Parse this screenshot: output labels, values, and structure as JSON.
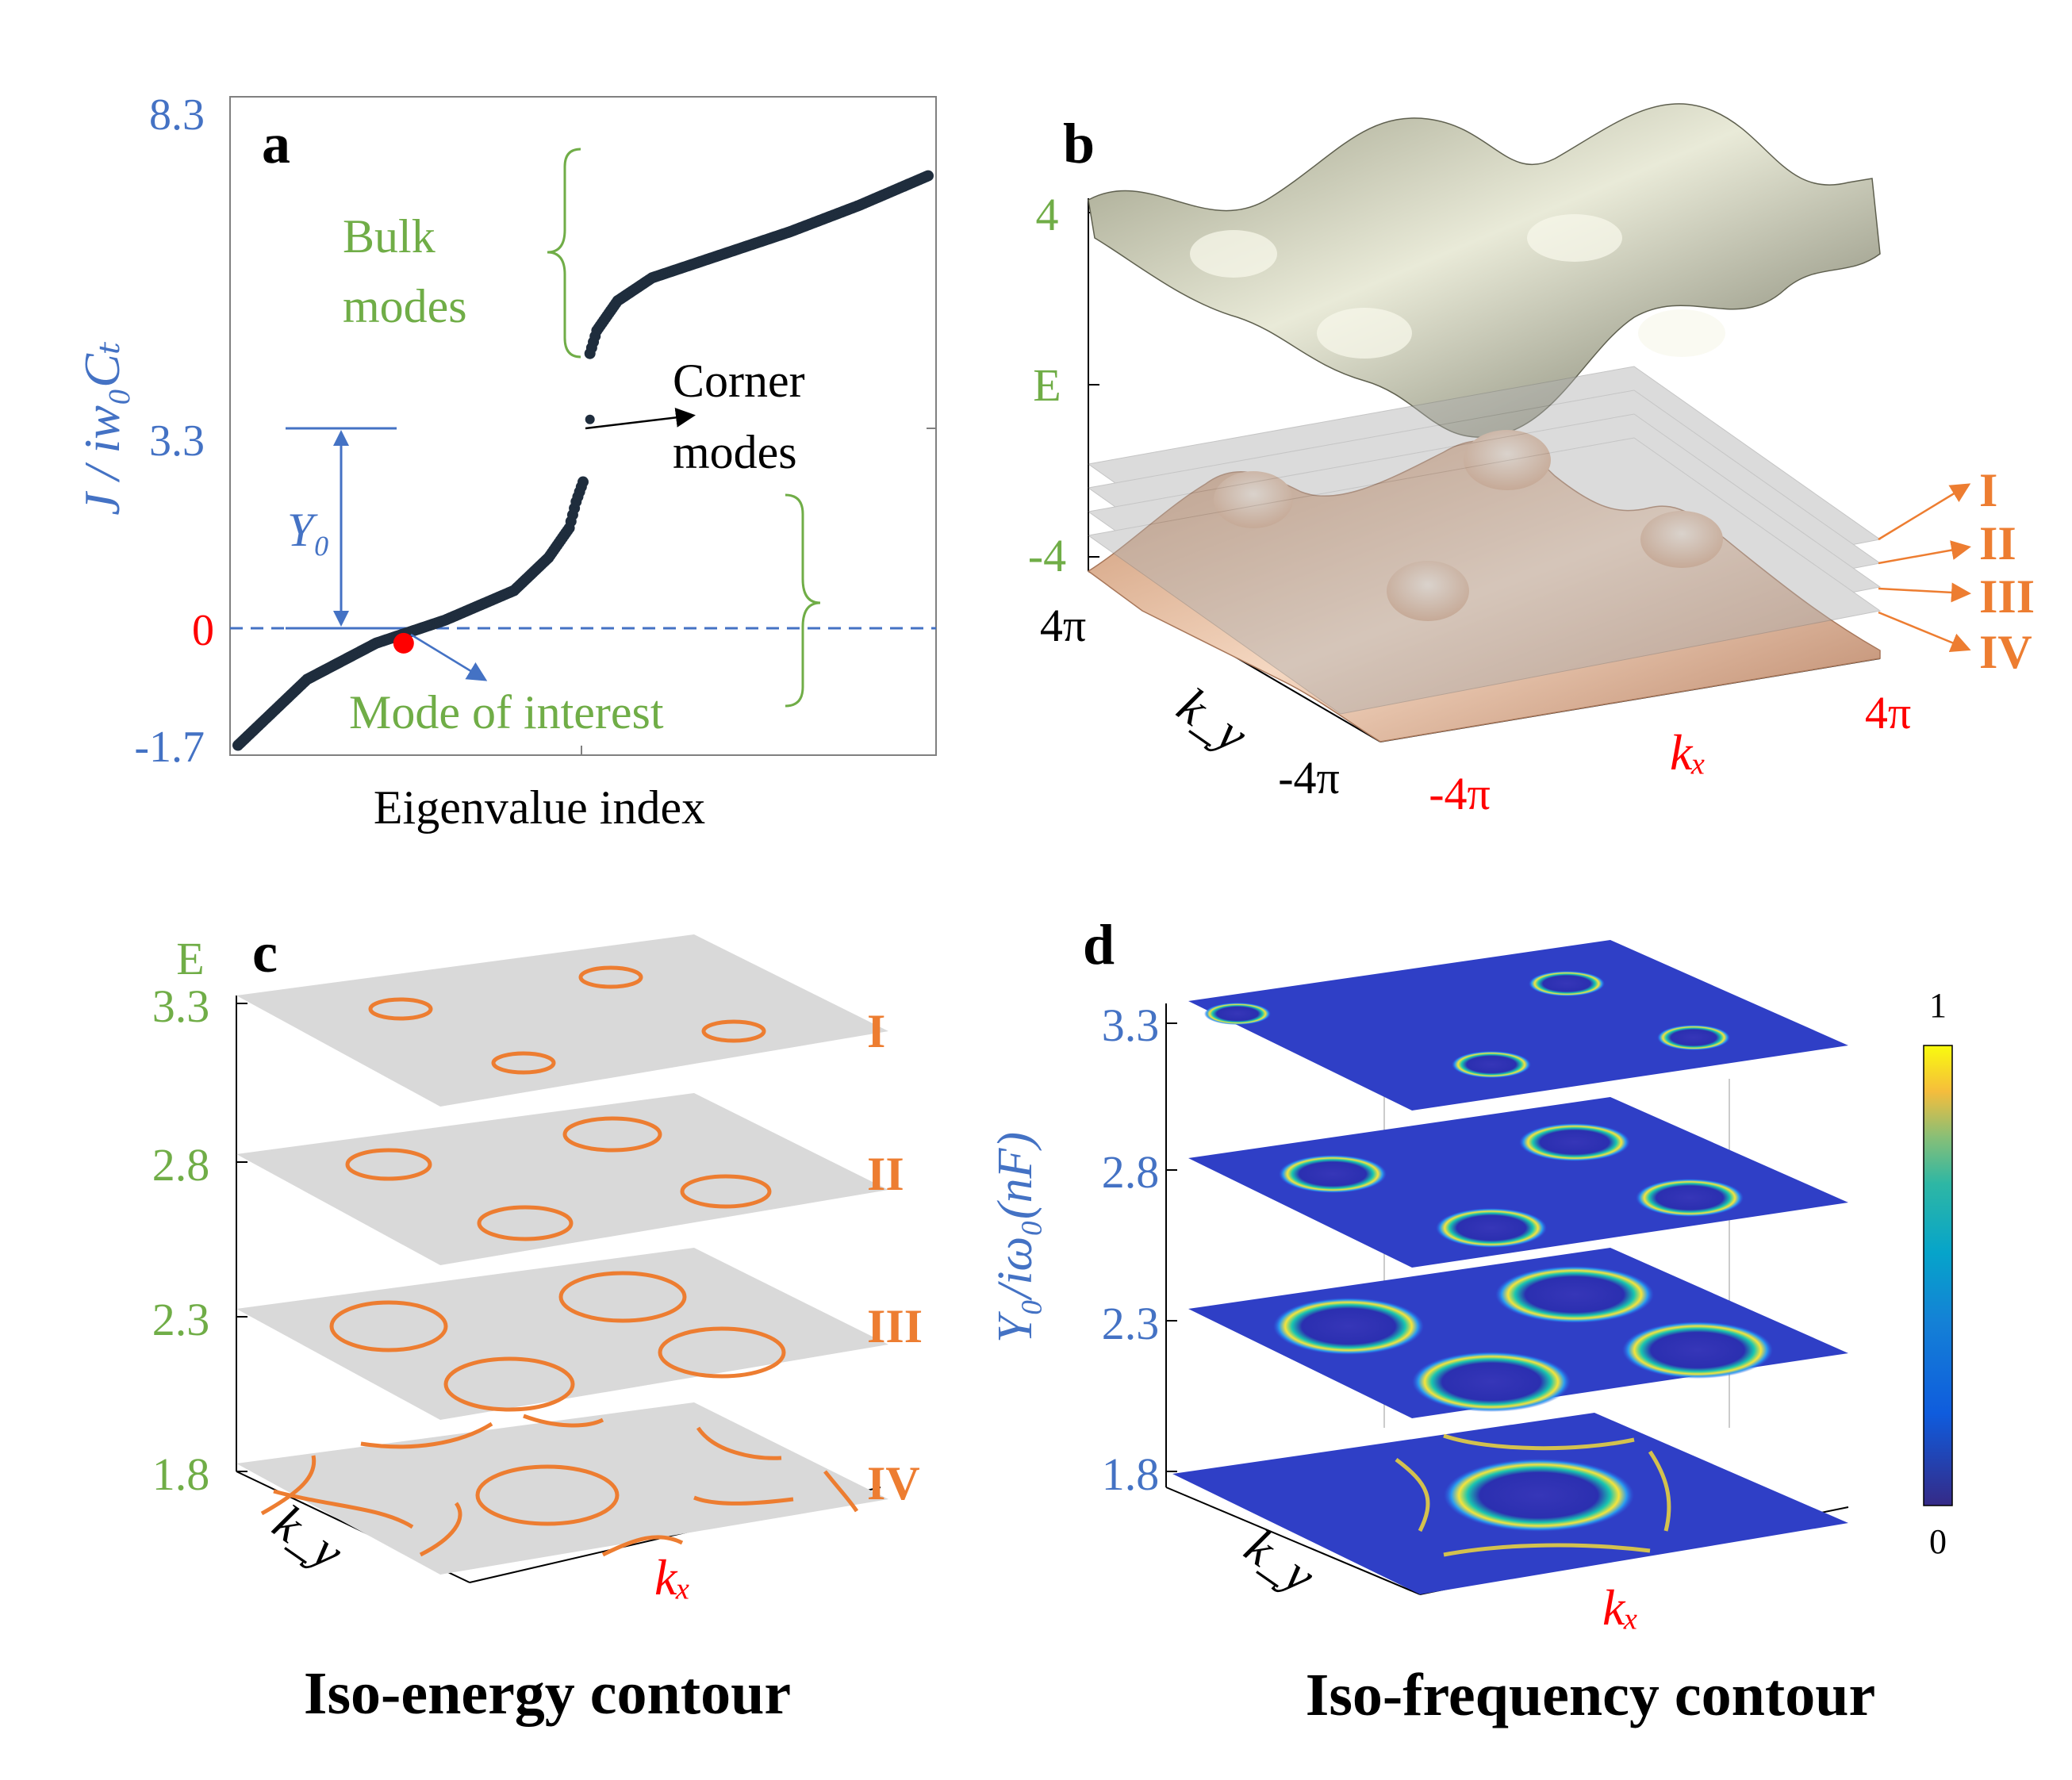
{
  "colors": {
    "blue_text": "#4472c4",
    "green_text": "#70ad47",
    "orange": "#ed7d31",
    "red": "#ff0000",
    "navy_points": "#1f2d3d",
    "surface_upper": "#c8c9b4",
    "surface_lower": "#ecc4a8",
    "plane_gray": "#d9d9d9"
  },
  "chart_data": [
    {
      "panel": "a",
      "type": "scatter",
      "title": "",
      "xlabel": "Eigenvalue index",
      "ylabel": "J / iw₀Cₜ",
      "ylim": [
        -1.7,
        8.3
      ],
      "yticks": [
        "8.3",
        "3.3",
        "0",
        "-1.7"
      ],
      "series": [
        {
          "segment": "lower bulk",
          "x": [
            0,
            10,
            20,
            30,
            40,
            45,
            48,
            49,
            50
          ],
          "y": [
            -1.55,
            -0.55,
            0.0,
            0.35,
            0.8,
            1.3,
            1.75,
            2.15,
            2.45
          ]
        },
        {
          "segment": "corner",
          "x": [
            51
          ],
          "y": [
            3.4
          ]
        },
        {
          "segment": "upper bulk",
          "x": [
            51,
            52,
            55,
            60,
            70,
            80,
            90,
            100
          ],
          "y": [
            4.4,
            4.75,
            5.2,
            5.55,
            5.9,
            6.25,
            6.65,
            7.1
          ]
        }
      ],
      "highlight": {
        "x": 24,
        "y": 0.0,
        "color": "#ff0000"
      },
      "annotations": {
        "bulk": "Bulk\nmodes",
        "corner": "Corner\nmodes",
        "mode": "Mode of interest",
        "y0": "Y₀"
      }
    },
    {
      "panel": "b",
      "type": "surface3d",
      "zlabel": "E",
      "zticks": [
        "4",
        "-4"
      ],
      "xlabel": "kₓ",
      "ylabel": "k_y",
      "xticks": [
        "-4π",
        "4π"
      ],
      "yticks": [
        "4π",
        "-4π"
      ],
      "planes": [
        "I",
        "II",
        "III",
        "IV"
      ]
    },
    {
      "panel": "c",
      "type": "contour-stack",
      "caption": "Iso-energy contour",
      "zlabel": "E",
      "levels": [
        "3.3",
        "2.8",
        "2.3",
        "1.8"
      ],
      "planes": [
        "I",
        "II",
        "III",
        "IV"
      ],
      "xlabel": "kₓ",
      "ylabel": "k_y"
    },
    {
      "panel": "d",
      "type": "heatmap-stack",
      "caption": "Iso-frequency contour",
      "zlabel": "Y₀/iω₀(nF)",
      "levels": [
        "3.3",
        "2.8",
        "2.3",
        "1.8"
      ],
      "colorbar": {
        "max": "1",
        "min": "0"
      },
      "xlabel": "kₓ",
      "ylabel": "k_y"
    }
  ]
}
